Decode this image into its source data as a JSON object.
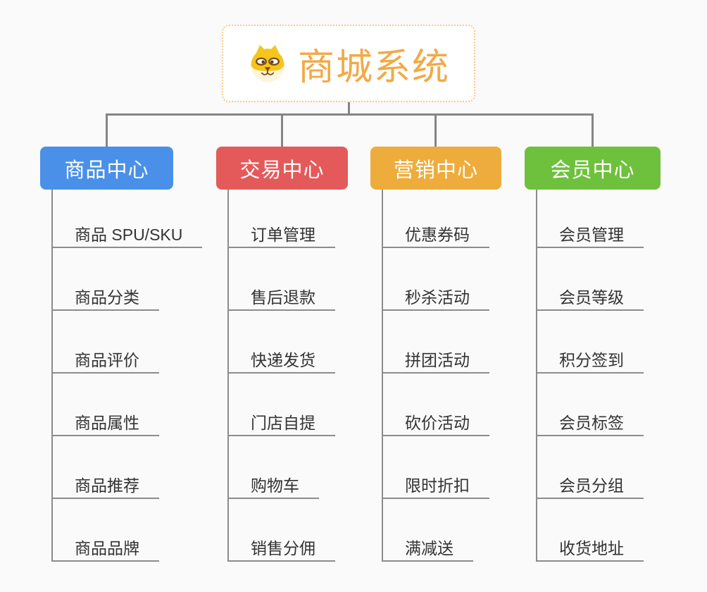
{
  "page": {
    "background_color": "#fafafa",
    "connector_color": "#858585"
  },
  "root": {
    "title": "商城系统",
    "icon": "dog-face-icon",
    "title_color": "#f2a946",
    "border_color": "#f6ca8c"
  },
  "branches": [
    {
      "id": "product-center",
      "label": "商品中心",
      "color": "#4a90e9",
      "children": [
        "商品 SPU/SKU",
        "商品分类",
        "商品评价",
        "商品属性",
        "商品推荐",
        "商品品牌"
      ]
    },
    {
      "id": "trade-center",
      "label": "交易中心",
      "color": "#e45a5a",
      "children": [
        "订单管理",
        "售后退款",
        "快递发货",
        "门店自提",
        "购物车",
        "销售分佣"
      ]
    },
    {
      "id": "marketing-center",
      "label": "营销中心",
      "color": "#eeac3c",
      "children": [
        "优惠券码",
        "秒杀活动",
        "拼团活动",
        "砍价活动",
        "限时折扣",
        "满减送"
      ]
    },
    {
      "id": "member-center",
      "label": "会员中心",
      "color": "#6ec13c",
      "children": [
        "会员管理",
        "会员等级",
        "积分签到",
        "会员标签",
        "会员分组",
        "收货地址"
      ]
    }
  ]
}
